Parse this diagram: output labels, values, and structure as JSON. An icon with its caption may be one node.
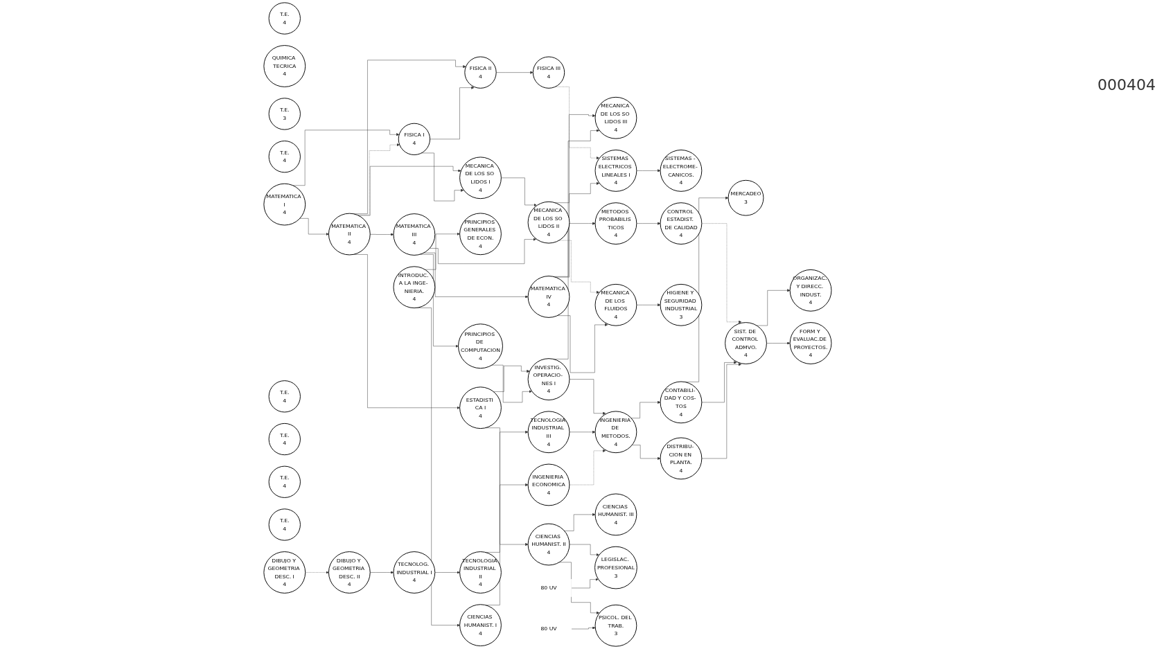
{
  "diagram": {
    "nodes": [
      {
        "text": [
          "MECANICA DE LOS SO LIDOS I",
          "4"
        ]
      },
      {
        "text": [
          "MECANICA DE LOS SO LIDOS II",
          "4"
        ]
      },
      {
        "text": [
          "MECANICA DE LOS SO LIDOS III",
          "4"
        ]
      },
      {
        "text": [
          "SISTEMAS ELECTRICOS LINEALES I",
          "4"
        ]
      },
      {
        "text": [
          "SISTEMAS - ELECTROME- CANICOS.",
          "4"
        ]
      },
      {
        "text": [
          "CONTROL ESTADIST. DE CALIDAD",
          "4"
        ]
      },
      {
        "text": [
          "T.E.",
          "4"
        ]
      },
      {
        "text": [
          "QUIMICA TECRICA",
          "4"
        ]
      },
      {
        "text": [
          "FISICA I",
          "4"
        ]
      },
      {
        "text": [
          "FISICA II",
          "4"
        ]
      },
      {
        "text": [
          "FISICA III",
          "4"
        ]
      },
      {
        "text": [
          "MECANICA DE LOS FLUIDOS",
          "4"
        ]
      },
      {
        "text": [
          "HIGIENE Y SEGURIDAD INDUSTRIAL",
          "3"
        ]
      },
      {
        "text": [
          "T.E.",
          "3"
        ]
      },
      {
        "text": [
          "MERCADEO",
          "3"
        ]
      },
      {
        "text": [
          "ORGANIZAC. Y DIRECC. INDUST.",
          "4"
        ]
      },
      {
        "text": [
          "T.E.",
          "4"
        ]
      },
      {
        "text": [
          "MATEMATICA I",
          "4"
        ]
      },
      {
        "text": [
          "MATEMATICA II",
          "4"
        ]
      },
      {
        "text": [
          "MATEMATICA III",
          "4"
        ]
      },
      {
        "text": [
          "MATEMATICA IV",
          "4"
        ]
      },
      {
        "text": [
          "INVESTIG. OPERACIO- NES I",
          "4"
        ]
      },
      {
        "text": [
          "METODOS PROBABILIS TICOS",
          "4"
        ]
      },
      {
        "text": [
          "CONTABILI- DAD Y COS- TOS",
          "4"
        ]
      },
      {
        "text": [
          "SIST. DE CONTROL ADMVO.",
          "4"
        ]
      },
      {
        "text": [
          "FORM Y EVALUAC.DE PROYECTOS.",
          "4"
        ]
      },
      {
        "text": [
          "T.E.",
          "4"
        ]
      },
      {
        "text": [
          "INTRODUC. A LA INGE- NIERIA.",
          "4"
        ]
      },
      {
        "text": [
          "PRINCIPIOS GENERALES DE ECON.",
          "4"
        ]
      },
      {
        "text": [
          "ESTADISTI CA I",
          "4"
        ]
      },
      {
        "text": [
          "PRINCIPIOS DE COMPUTACION",
          "4"
        ]
      },
      {
        "text": [
          "CIENCIAS HUMANIST. I",
          "4"
        ]
      },
      {
        "text": [
          "INGENIERIA DE METODOS.",
          "4"
        ]
      },
      {
        "text": [
          "DISTRIBU- CION EN PLANTA.",
          "4"
        ]
      },
      {
        "text": [
          "T.E.",
          "4"
        ]
      },
      {
        "text": [
          "T.E.",
          "4"
        ]
      },
      {
        "text": [
          "T.E.",
          "4"
        ]
      },
      {
        "text": [
          "DIBUJO Y GEOMETRIA DESC. I",
          "4"
        ]
      },
      {
        "text": [
          "DIBUJO Y GEOMETRIA DESC. II",
          "4"
        ]
      },
      {
        "text": [
          "TECNOLOG. INDUSTRIAL I",
          "4"
        ]
      },
      {
        "text": [
          "TECNOLOGIA INDUSTRIAL II",
          "4"
        ]
      },
      {
        "text": [
          "TECNOLOGIA INDUSTRIAL III",
          "4"
        ]
      },
      {
        "text": [
          "INGENIERIA ECONOMICA",
          "4"
        ]
      },
      {
        "text": [
          "CIENCIAS HUMANIST. II",
          "4"
        ]
      },
      {
        "text": [
          "CIENCIAS HUMANIST. III",
          "4"
        ]
      },
      {
        "text": [
          "LEGISLAC. PROFESIONAL",
          "3"
        ]
      },
      {
        "text": [
          "PSICOL. DEL TRAB.",
          "3"
        ]
      },
      {
        "text": [
          "80 UV"
        ]
      },
      {
        "text": [
          "80 UV"
        ]
      }
    ],
    "edges": [
      {
        "from": 17,
        "to": 8,
        "arrow": "to"
      },
      {
        "from": 17,
        "to": 18,
        "arrow": "to"
      },
      {
        "from": 18,
        "to": 8,
        "arrow": "to",
        "style": "dashed"
      },
      {
        "from": 18,
        "to": 0,
        "arrow": "to"
      },
      {
        "from": 18,
        "to": 9,
        "arrow": "to"
      },
      {
        "from": 18,
        "to": 19,
        "arrow": "to"
      },
      {
        "from": 18,
        "to": 29,
        "arrow": "to"
      },
      {
        "from": 8,
        "to": 0,
        "arrow": "to"
      },
      {
        "from": 8,
        "to": 9,
        "arrow": "to"
      },
      {
        "from": 0,
        "to": 1,
        "arrow": "to"
      },
      {
        "from": 9,
        "to": 10,
        "arrow": "to"
      },
      {
        "from": 19,
        "to": 1,
        "arrow": "to"
      },
      {
        "from": 19,
        "to": 20,
        "arrow": "to"
      },
      {
        "from": 19,
        "to": 30,
        "arrow": "to"
      },
      {
        "from": 1,
        "to": 2,
        "arrow": "to"
      },
      {
        "from": 1,
        "to": 11,
        "arrow": "to",
        "style": "dashed"
      },
      {
        "from": 20,
        "to": 2,
        "arrow": "to"
      },
      {
        "from": 10,
        "to": 3,
        "arrow": "to",
        "style": "dashed"
      },
      {
        "from": 20,
        "to": 3,
        "arrow": "to"
      },
      {
        "from": 20,
        "to": 11,
        "arrow": "to"
      },
      {
        "from": 3,
        "to": 4,
        "arrow": "to"
      },
      {
        "from": 11,
        "to": 12,
        "arrow": "to"
      },
      {
        "from": 29,
        "to": 21,
        "arrow": "to"
      },
      {
        "from": 30,
        "to": 21,
        "arrow": "to"
      },
      {
        "from": 21,
        "to": 22,
        "arrow": "to"
      },
      {
        "from": 21,
        "to": 32,
        "arrow": "to"
      },
      {
        "from": 22,
        "to": 5,
        "arrow": "to"
      },
      {
        "from": 5,
        "to": 24,
        "arrow": "to",
        "style": "dashed"
      },
      {
        "from": 32,
        "to": 23,
        "arrow": "to"
      },
      {
        "from": 32,
        "to": 33,
        "arrow": "to"
      },
      {
        "from": 23,
        "to": 14,
        "arrow": "to"
      },
      {
        "from": 23,
        "to": 24,
        "arrow": "to"
      },
      {
        "from": 33,
        "to": 24,
        "arrow": "to"
      },
      {
        "from": 24,
        "to": 15,
        "arrow": "to"
      },
      {
        "from": 24,
        "to": 25,
        "arrow": "to"
      },
      {
        "from": 27,
        "to": 28,
        "arrow": "to"
      },
      {
        "from": 27,
        "to": 31,
        "arrow": "to"
      },
      {
        "from": 29,
        "to": 43,
        "arrow": "to"
      },
      {
        "from": 31,
        "to": 42,
        "arrow": "to"
      },
      {
        "from": 41,
        "to": 32,
        "arrow": "to"
      },
      {
        "from": 42,
        "to": 32,
        "arrow": "to",
        "style": "dashed"
      },
      {
        "from": 37,
        "to": 38,
        "arrow": "to",
        "style": "dashed"
      },
      {
        "from": 38,
        "to": 39,
        "arrow": "to"
      },
      {
        "from": 39,
        "to": 40,
        "arrow": "to"
      },
      {
        "from": 40,
        "to": 41,
        "arrow": "to"
      },
      {
        "from": 43,
        "to": 44,
        "arrow": "to"
      },
      {
        "from": 43,
        "to": 45,
        "arrow": "to"
      },
      {
        "from": 43,
        "to": 46,
        "arrow": "to"
      },
      {
        "from": 47,
        "to": 46,
        "arrow": "to"
      },
      {
        "from": 48,
        "to": 45,
        "arrow": "to"
      }
    ],
    "labels": [
      "000404"
    ]
  }
}
